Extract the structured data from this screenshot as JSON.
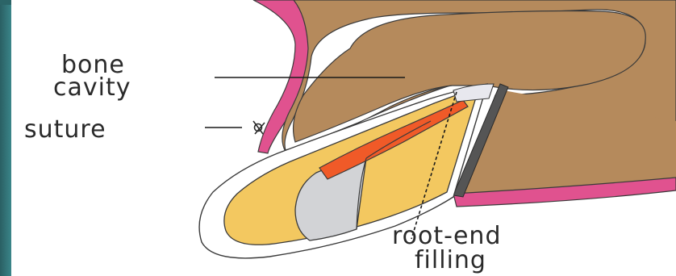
{
  "diagram": {
    "labels": {
      "bone_cavity_line1": "bone",
      "bone_cavity_line2": "cavity",
      "suture": "suture",
      "root_end_line1": "root-end",
      "root_end_line2": "filling"
    },
    "colors": {
      "background_accent": "#2f6f73",
      "gum": "#e0528f",
      "bone": "#b58a5c",
      "dentin": "#f3c860",
      "pulp_filling": "#f05a28",
      "enamel": "#d2d3d6",
      "outline": "#3a3a3a"
    }
  }
}
